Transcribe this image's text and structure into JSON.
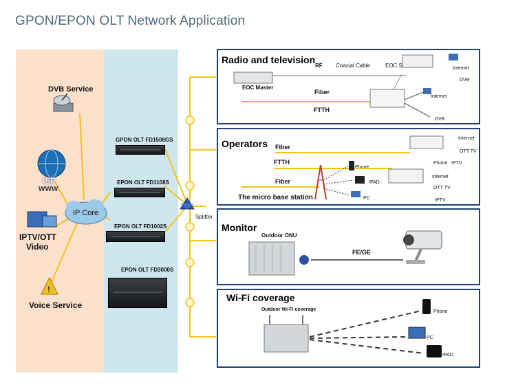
{
  "title": "GPON/EPON OLT Network Application",
  "left": {
    "dvb": "DVB Service",
    "isp": "ISP",
    "www": "WWW",
    "ip_core": "IP Core",
    "iptv": "IPTV/OTT",
    "video": "Video",
    "voice": "Voice Service"
  },
  "olts": [
    "GPON OLT FD1508GS",
    "EPON OLT FD1108S",
    "EPON OLT FD1002S",
    "EPON OLT FD3000S"
  ],
  "splitter": "Splitter",
  "panels": {
    "radio": {
      "title": "Radio and television",
      "rf": "RF",
      "coax": "Coaxial Cable",
      "eoc_slave": "EOC Slave",
      "eoc_master": "EOC Master",
      "fiber": "Fiber",
      "ftth": "FTTH",
      "internet1": "Internet",
      "dvb1": "DVB",
      "internet2": "Internet",
      "dvb2": "DVB"
    },
    "operators": {
      "title": "Operators",
      "fiber1": "Fiber",
      "ftth": "FTTH",
      "fiber2": "Fiber",
      "micro": "The micro base station",
      "phone": "Phone",
      "ipad": "IPAD",
      "pc": "PC",
      "internet1": "Internet",
      "ott1": "OTT TV",
      "phone2": "Phone",
      "iptv1": "IPTV",
      "internet2": "Internet",
      "ott2": "OTT TV",
      "iptv2": "IPTV"
    },
    "monitor": {
      "title": "Monitor",
      "onu": "Outdoor ONU",
      "fege": "FE/GE"
    },
    "wifi": {
      "title": "Wi-Fi coverage",
      "outdoor": "Outdoor Wi-Fi coverage",
      "phone": "Phone",
      "pc": "PC",
      "ipad": "IPAD"
    }
  },
  "colors": {
    "left_band": "#fbe0cc",
    "mid_band": "#cfe6ee",
    "panel_border": "#1f3f78",
    "fiber": "#f3c21b"
  }
}
